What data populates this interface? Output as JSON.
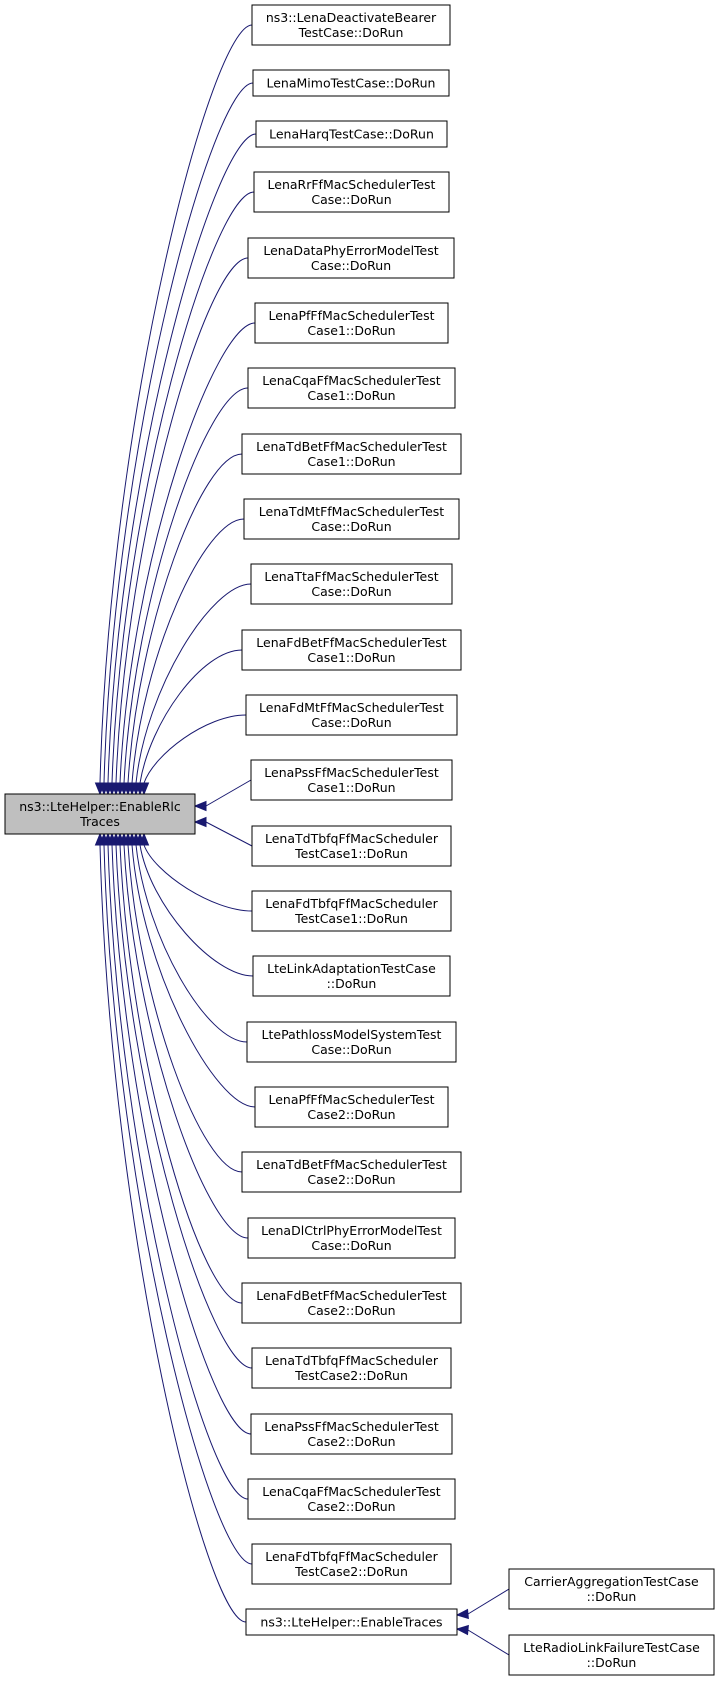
{
  "graph": {
    "root": {
      "lines": [
        "ns3::LteHelper::EnableRlc",
        "Traces"
      ]
    },
    "callers": [
      {
        "lines": [
          "ns3::LenaDeactivateBearer",
          "TestCase::DoRun"
        ]
      },
      {
        "lines": [
          "LenaMimoTestCase::DoRun"
        ]
      },
      {
        "lines": [
          "LenaHarqTestCase::DoRun"
        ]
      },
      {
        "lines": [
          "LenaRrFfMacSchedulerTest",
          "Case::DoRun"
        ]
      },
      {
        "lines": [
          "LenaDataPhyErrorModelTest",
          "Case::DoRun"
        ]
      },
      {
        "lines": [
          "LenaPfFfMacSchedulerTest",
          "Case1::DoRun"
        ]
      },
      {
        "lines": [
          "LenaCqaFfMacSchedulerTest",
          "Case1::DoRun"
        ]
      },
      {
        "lines": [
          "LenaTdBetFfMacSchedulerTest",
          "Case1::DoRun"
        ]
      },
      {
        "lines": [
          "LenaTdMtFfMacSchedulerTest",
          "Case::DoRun"
        ]
      },
      {
        "lines": [
          "LenaTtaFfMacSchedulerTest",
          "Case::DoRun"
        ]
      },
      {
        "lines": [
          "LenaFdBetFfMacSchedulerTest",
          "Case1::DoRun"
        ]
      },
      {
        "lines": [
          "LenaFdMtFfMacSchedulerTest",
          "Case::DoRun"
        ]
      },
      {
        "lines": [
          "LenaPssFfMacSchedulerTest",
          "Case1::DoRun"
        ]
      },
      {
        "lines": [
          "LenaTdTbfqFfMacScheduler",
          "TestCase1::DoRun"
        ]
      },
      {
        "lines": [
          "LenaFdTbfqFfMacScheduler",
          "TestCase1::DoRun"
        ]
      },
      {
        "lines": [
          "LteLinkAdaptationTestCase",
          "::DoRun"
        ]
      },
      {
        "lines": [
          "LtePathlossModelSystemTest",
          "Case::DoRun"
        ]
      },
      {
        "lines": [
          "LenaPfFfMacSchedulerTest",
          "Case2::DoRun"
        ]
      },
      {
        "lines": [
          "LenaTdBetFfMacSchedulerTest",
          "Case2::DoRun"
        ]
      },
      {
        "lines": [
          "LenaDlCtrlPhyErrorModelTest",
          "Case::DoRun"
        ]
      },
      {
        "lines": [
          "LenaFdBetFfMacSchedulerTest",
          "Case2::DoRun"
        ]
      },
      {
        "lines": [
          "LenaTdTbfqFfMacScheduler",
          "TestCase2::DoRun"
        ]
      },
      {
        "lines": [
          "LenaPssFfMacSchedulerTest",
          "Case2::DoRun"
        ]
      },
      {
        "lines": [
          "LenaCqaFfMacSchedulerTest",
          "Case2::DoRun"
        ]
      },
      {
        "lines": [
          "LenaFdTbfqFfMacScheduler",
          "TestCase2::DoRun"
        ]
      },
      {
        "lines": [
          "ns3::LteHelper::EnableTraces"
        ]
      }
    ],
    "secondary": {
      "target": {
        "lines": [
          "ns3::LteHelper::EnableTraces"
        ]
      },
      "callers": [
        {
          "lines": [
            "CarrierAggregationTestCase",
            "::DoRun"
          ]
        },
        {
          "lines": [
            "LteRadioLinkFailureTestCase",
            "::DoRun"
          ]
        }
      ]
    }
  }
}
